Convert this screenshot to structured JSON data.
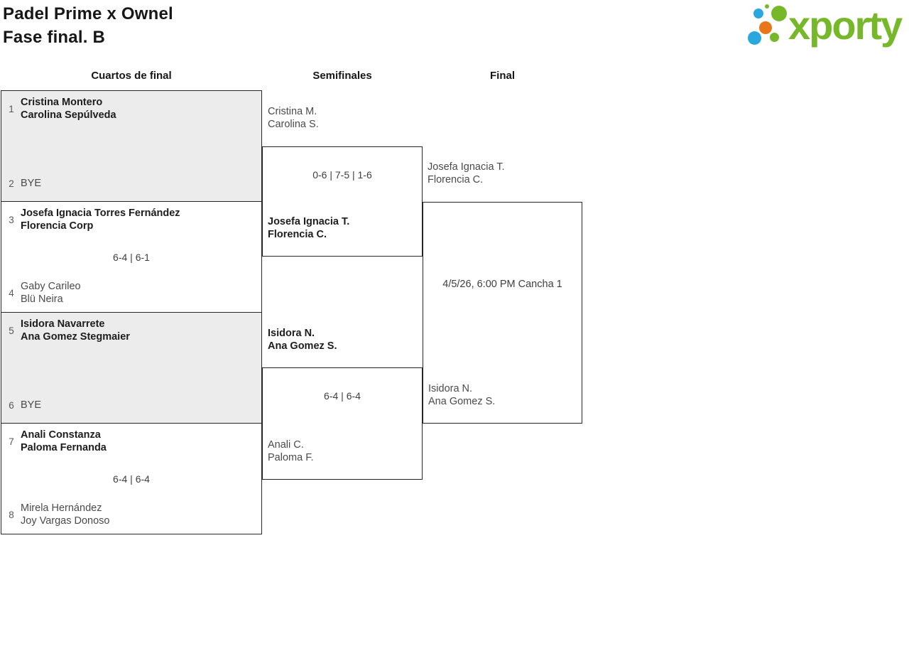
{
  "header": {
    "title_line1": "Padel Prime x Ownel",
    "title_line2": "Fase final. B",
    "logo_text": "xporty"
  },
  "theme": {
    "brand-green": "#76b82a",
    "brand-blue": "#29a8df",
    "brand-orange": "#e8761a",
    "box-grey": "#ececec",
    "line-dark": "#262626"
  },
  "rounds": [
    {
      "label": "Cuartos de final"
    },
    {
      "label": "Semifinales"
    },
    {
      "label": "Final"
    }
  ],
  "bracket": {
    "quarterfinals": [
      {
        "top": {
          "seed": "1",
          "line1": "Cristina Montero",
          "line2": "Carolina Sepúlveda"
        },
        "bottom": {
          "seed": "2",
          "line1": "BYE",
          "line2": ""
        },
        "score": ""
      },
      {
        "top": {
          "seed": "3",
          "line1": "Josefa Ignacia Torres Fernández",
          "line2": "Florencia Corp"
        },
        "bottom": {
          "seed": "4",
          "line1": "Gaby Carileo",
          "line2": "Blü Neira"
        },
        "score": "6-4 | 6-1"
      },
      {
        "top": {
          "seed": "5",
          "line1": "Isidora Navarrete",
          "line2": "Ana Gomez Stegmaier"
        },
        "bottom": {
          "seed": "6",
          "line1": "BYE",
          "line2": ""
        },
        "score": ""
      },
      {
        "top": {
          "seed": "7",
          "line1": "Anali Constanza",
          "line2": "Paloma Fernanda"
        },
        "bottom": {
          "seed": "8",
          "line1": "Mirela Hernández",
          "line2": "Joy Vargas Donoso"
        },
        "score": "6-4 | 6-4"
      }
    ],
    "semifinals": [
      {
        "top": {
          "line1": "Cristina M.",
          "line2": "Carolina S."
        },
        "bottom": {
          "line1": "Josefa Ignacia T.",
          "line2": "Florencia C."
        },
        "score": "0-6 | 7-5 | 1-6"
      },
      {
        "top": {
          "line1": "Isidora N.",
          "line2": "Ana Gomez S."
        },
        "bottom": {
          "line1": "Anali C.",
          "line2": "Paloma F."
        },
        "score": "6-4 | 6-4"
      }
    ],
    "final": {
      "top": {
        "line1": "Josefa Ignacia T.",
        "line2": "Florencia C."
      },
      "bottom": {
        "line1": "Isidora N.",
        "line2": "Ana Gomez S."
      },
      "schedule": "4/5/26, 6:00 PM Cancha 1"
    }
  }
}
